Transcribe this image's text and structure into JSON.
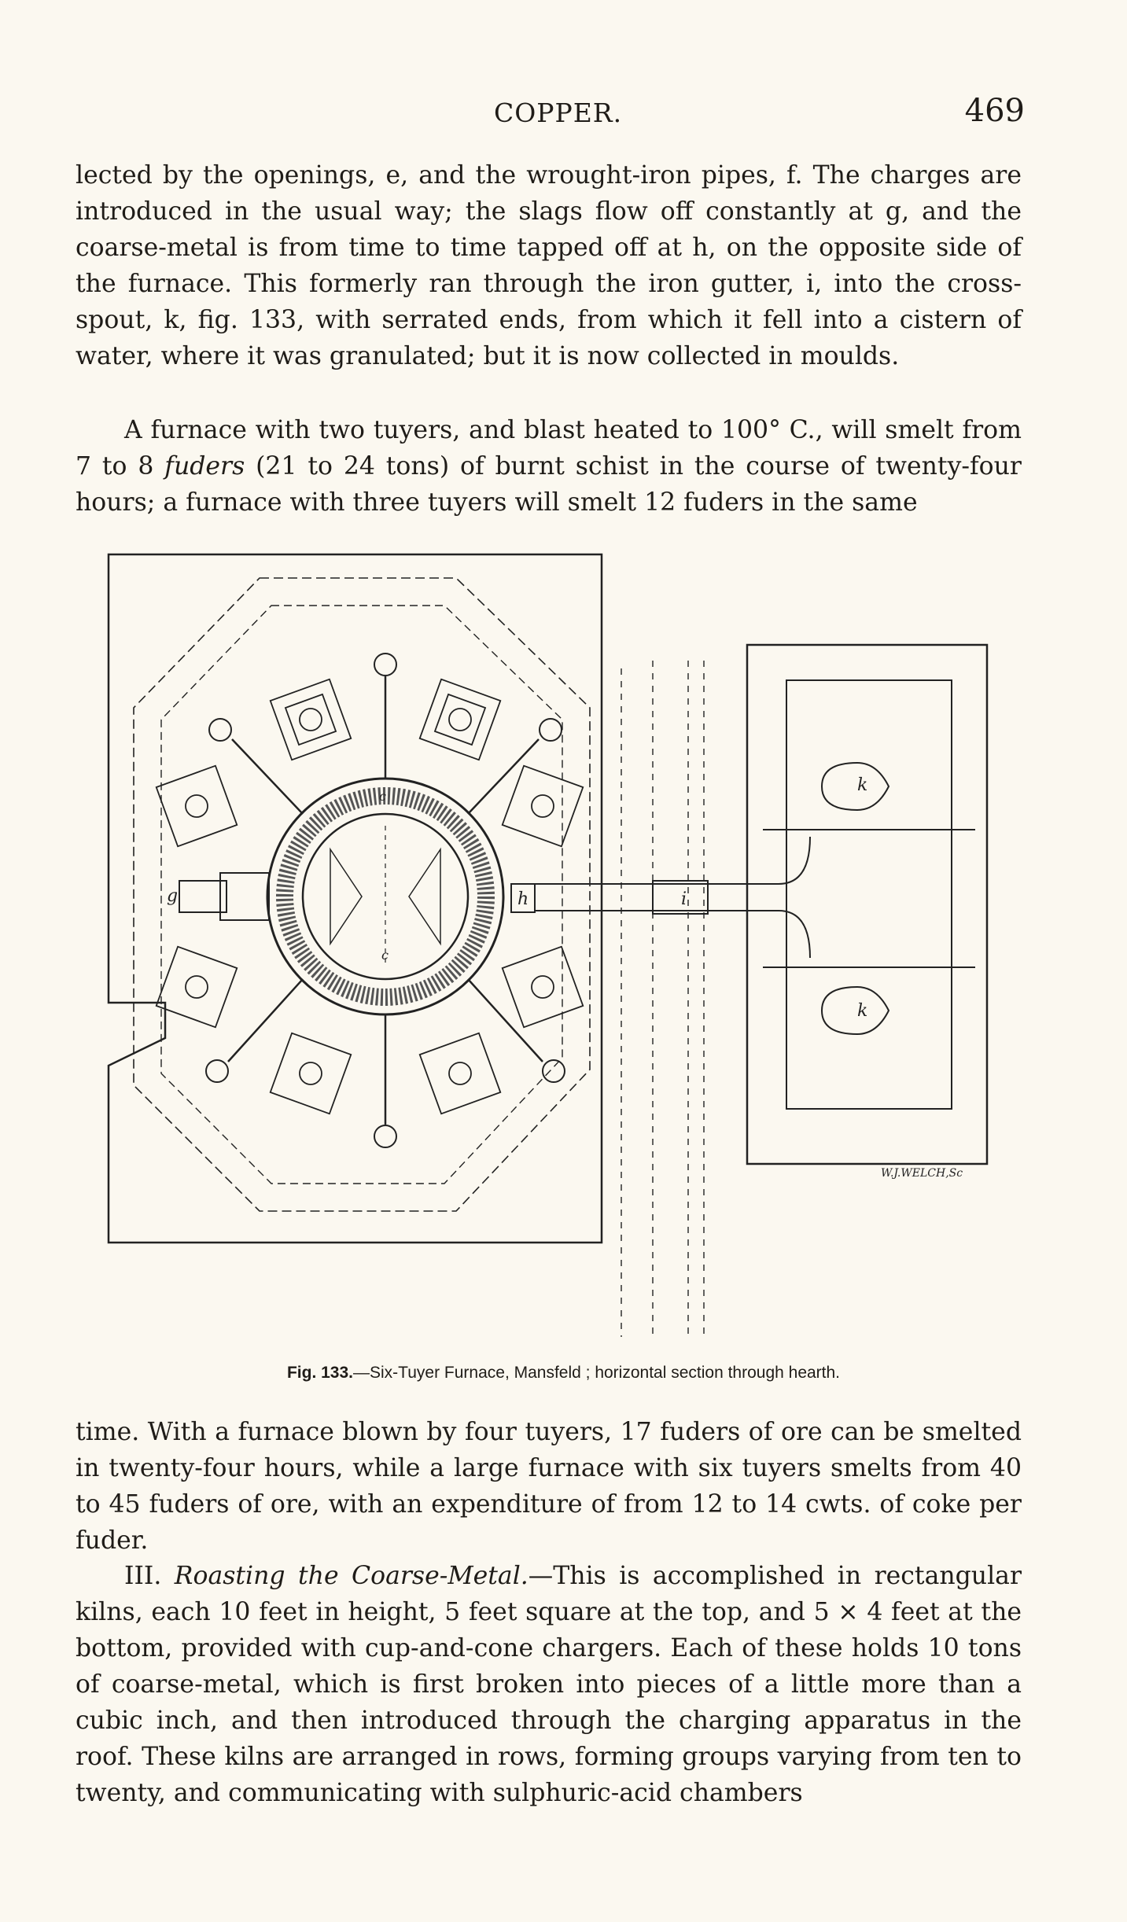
{
  "header": {
    "running_head": "COPPER.",
    "page_number": "469"
  },
  "paragraphs": {
    "p1": "lected by the openings, e, and the wrought-iron pipes, f. The charges are introduced in the usual way; the slags flow off constantly at g, and the coarse-metal is from time to time tapped off at h, on the opposite side of the furnace. This formerly ran through the iron gutter, i, into the cross-spout, k, fig. 133, with serrated ends, from which it fell into a cistern of water, where it was granulated; but it is now collected in moulds.",
    "p2": "A furnace with two tuyers, and blast heated to 100° C., will smelt from 7 to 8 ",
    "p2_em": "fuders",
    "p2_rest": " (21 to 24 tons) of burnt schist in the course of twenty-four hours; a furnace with three tuyers will smelt 12 fuders in the same",
    "p3": "time. With a furnace blown by four tuyers, 17 fuders of ore can be smelted in twenty-four hours, while a large furnace with six tuyers smelts from 40 to 45 fuders of ore, with an expenditure of from 12 to 14 cwts. of coke per fuder.",
    "p4_start": "III. ",
    "p4_em": "Roasting the Coarse-Metal.",
    "p4_rest": "—This is accomplished in rectangular kilns, each 10 feet in height, 5 feet square at the top, and 5 × 4 feet at the bottom, provided with cup-and-cone chargers. Each of these holds 10 tons of coarse-metal, which is first broken into pieces of a little more than a cubic inch, and then introduced through the charging apparatus in the roof. These kilns are arranged in rows, forming groups varying from ten to twenty, and communicating with sulphuric-acid chambers"
  },
  "figure": {
    "labels": {
      "g": "g",
      "h": "h",
      "i": "i",
      "k_top": "k",
      "k_bottom": "k",
      "c_top": "c",
      "c_bottom": "c"
    },
    "engraver": "W.J.WELCH,Sc"
  },
  "caption": {
    "label": "Fig. 133.",
    "text": "—Six-Tuyer Furnace, Mansfeld ; horizontal section through hearth."
  }
}
